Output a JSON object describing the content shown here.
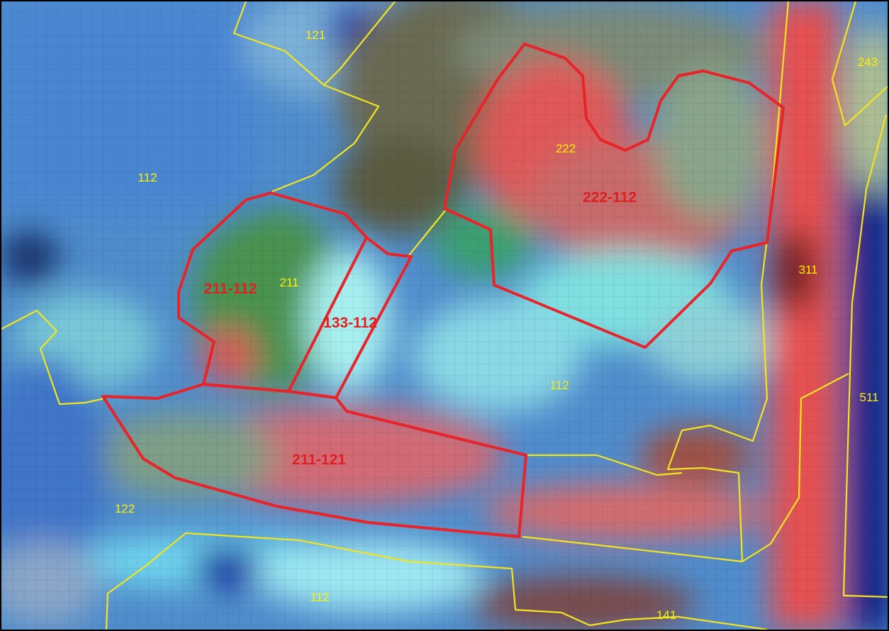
{
  "colors": {
    "base_boundary": "#f2e41e",
    "change_boundary": "#e8232a",
    "label_base": "#ffee00",
    "label_change": "#e02020"
  },
  "base_labels": {
    "c121": "121",
    "c243": "243",
    "c112_left": "112",
    "c222": "222",
    "c211": "211",
    "c311": "311",
    "c112_center": "112",
    "c511": "511",
    "c122": "122",
    "c112_bottom": "112",
    "c141": "141"
  },
  "change_labels": {
    "p222_112": "222-112",
    "p211_112": "211-112",
    "p133_112": "133-112",
    "p211_121": "211-121"
  }
}
